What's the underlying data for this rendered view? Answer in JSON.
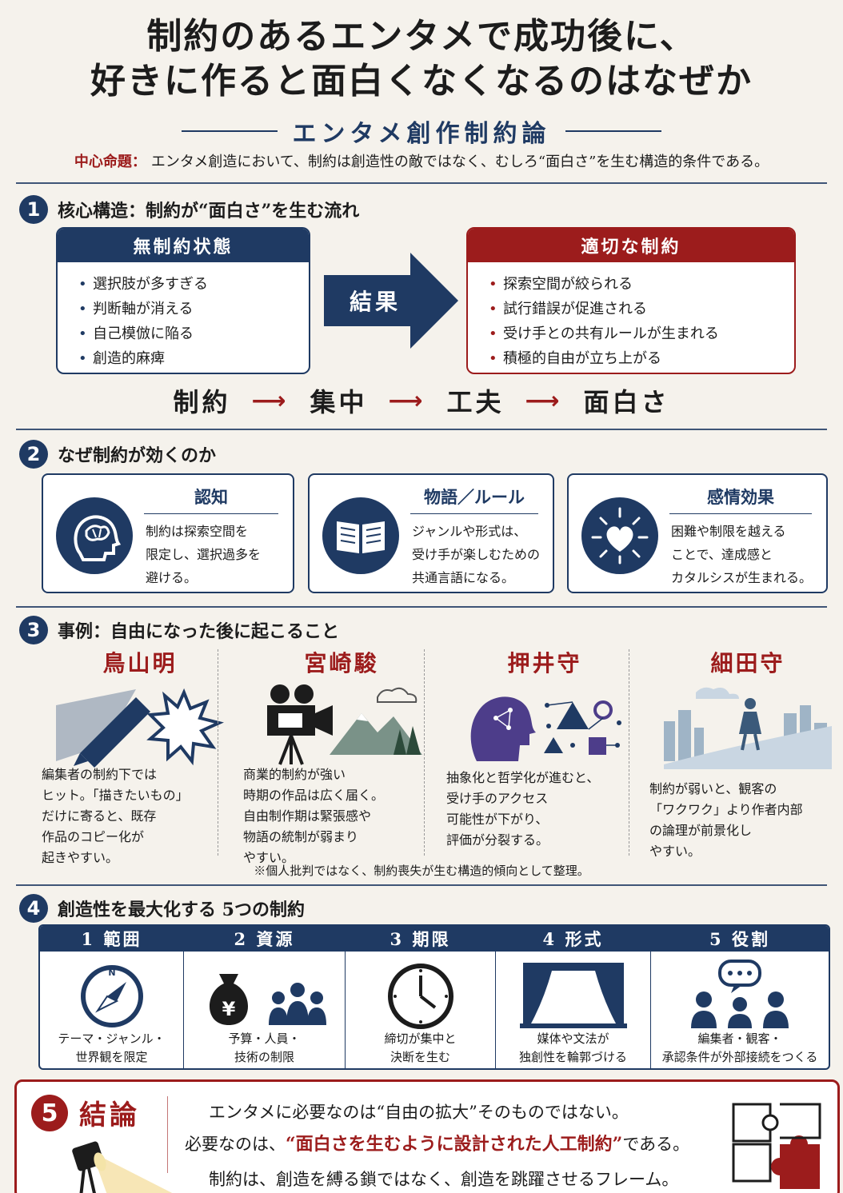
{
  "header": {
    "title_line1": "制約のあるエンタメで成功後に、",
    "title_line2": "好きに作ると面白くなくなるのはなぜか",
    "subtitle": "エンタメ創作制約論",
    "thesis_label": "中心命題：",
    "thesis_text": "エンタメ創造において、制約は創造性の敵ではなく、むしろ“面白さ”を生む構造的条件である。"
  },
  "section1": {
    "num": "1",
    "heading": "核心構造：制約が“面白さ”を生む流れ",
    "left_title": "無制約状態",
    "left_items": [
      "選択肢が多すぎる",
      "判断軸が消える",
      "自己模倣に陥る",
      "創造的麻痺"
    ],
    "arrow_label": "結果",
    "right_title": "適切な制約",
    "right_items": [
      "探索空間が絞られる",
      "試行錯誤が促進される",
      "受け手との共有ルールが生まれる",
      "積極的自由が立ち上がる"
    ],
    "flow": [
      "制約",
      "集中",
      "工夫",
      "面白さ"
    ]
  },
  "section2": {
    "num": "2",
    "heading": "なぜ制約が効くのか",
    "cards": [
      {
        "title": "認知",
        "lines": [
          "制約は探索空間を",
          "限定し、選択過多を",
          "避ける。"
        ],
        "icon": "brain-head-icon"
      },
      {
        "title": "物語／ルール",
        "lines": [
          "ジャンルや形式は、",
          "受け手が楽しむための",
          "共通言語になる。"
        ],
        "icon": "open-book-icon"
      },
      {
        "title": "感情効果",
        "lines": [
          "困難や制限を越える",
          "ことで、達成感と",
          "カタルシスが生まれる。"
        ],
        "icon": "radiant-heart-icon"
      }
    ]
  },
  "section3": {
    "num": "3",
    "heading": "事例：自由になった後に起こること",
    "cases": [
      {
        "name": "鳥山明",
        "lines": [
          "編集者の制約下では",
          "ヒット。「描きたいもの」",
          "だけに寄ると、既存",
          "作品のコピー化が",
          "起きやすい。"
        ]
      },
      {
        "name": "宮崎駿",
        "lines": [
          "商業的制約が強い",
          "時期の作品は広く届く。",
          "自由制作期は緊張感や",
          "物語の統制が弱まり",
          "やすい。"
        ]
      },
      {
        "name": "押井守",
        "lines": [
          "抽象化と哲学化が進むと、",
          "受け手のアクセス",
          "可能性が下がり、",
          "評価が分裂する。"
        ]
      },
      {
        "name": "細田守",
        "lines": [
          "制約が弱いと、観客の",
          "「ワクワク」より作者内部",
          "の論理が前景化し",
          "やすい。"
        ]
      }
    ],
    "note": "※個人批判ではなく、制約喪失が生む構造的傾向として整理。"
  },
  "section4": {
    "num": "4",
    "heading": "創造性を最大化する 5つの制約",
    "items": [
      {
        "label": "1 範囲",
        "lines": [
          "テーマ・ジャンル・",
          "世界観を限定"
        ],
        "icon": "compass-icon"
      },
      {
        "label": "2 資源",
        "lines": [
          "予算・人員・",
          "技術の制限"
        ],
        "icon": "money-bag-people-icon"
      },
      {
        "label": "3 期限",
        "lines": [
          "締切が集中と",
          "決断を生む"
        ],
        "icon": "clock-icon"
      },
      {
        "label": "4 形式",
        "lines": [
          "媒体や文法が",
          "独創性を輪郭づける"
        ],
        "icon": "theater-stage-icon"
      },
      {
        "label": "5 役割",
        "lines": [
          "編集者・観客・",
          "承認条件が外部接続をつくる"
        ],
        "icon": "group-chat-icon"
      }
    ],
    "n_label": "N",
    "yen": "¥"
  },
  "section5": {
    "num": "5",
    "heading": "結論",
    "line1": "エンタメに必要なのは“自由の拡大”そのものではない。",
    "line2_pre": "必要なのは、",
    "line2_em": "“面白さを生むように設計された人工制約”",
    "line2_post": "である。",
    "line3": "制約は、創造を縛る鎖ではなく、創造を跳躍させるフレーム。"
  },
  "colors": {
    "navy": "#1f3a63",
    "red": "#9c1c1c",
    "background": "#f5f2ec"
  }
}
